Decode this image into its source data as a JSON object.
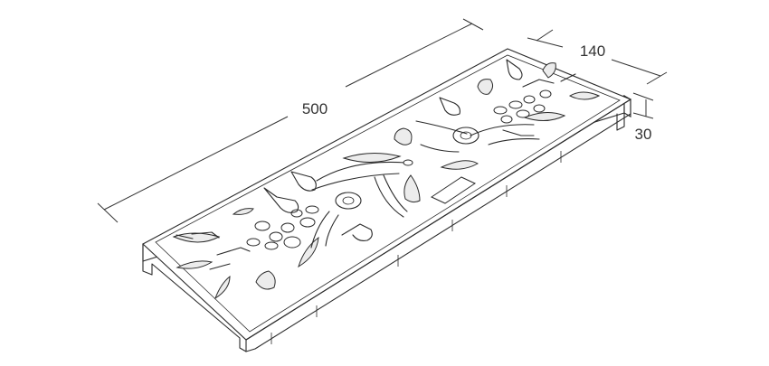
{
  "dimensions": {
    "length": "500",
    "width": "140",
    "height": "30"
  }
}
